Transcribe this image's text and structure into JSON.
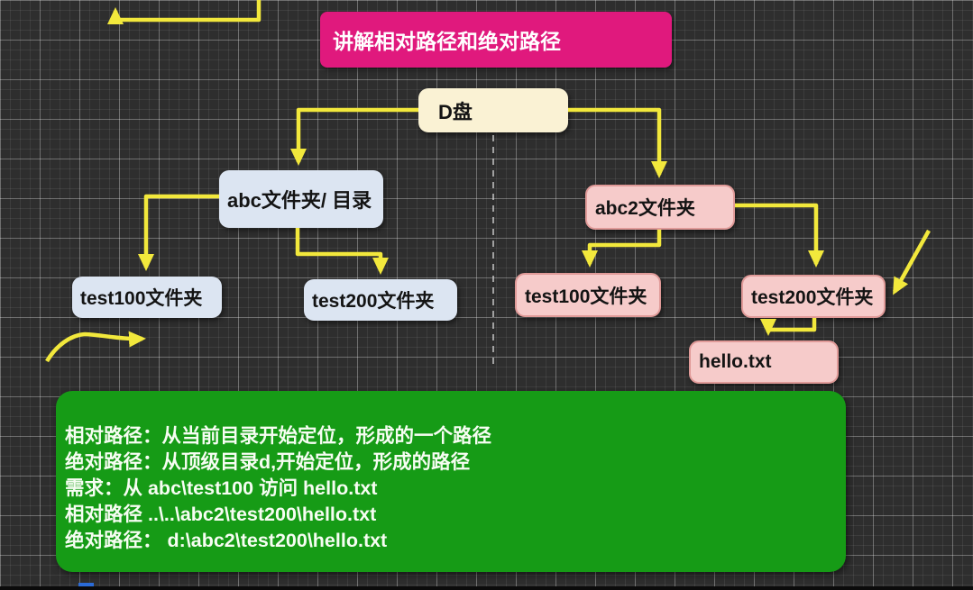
{
  "title": {
    "label": "讲解相对路径和绝对路径",
    "bg_color": "#E0197D",
    "text_color": "#FFFFFF"
  },
  "nodes": {
    "d_drive": {
      "label": "D盘",
      "bg_color": "#FAF2D4"
    },
    "abc": {
      "label": "abc文件夹/ 目录",
      "bg_color": "#DCE5F2"
    },
    "abc2": {
      "label": "abc2文件夹",
      "bg_color": "#F6CBCA"
    },
    "test100_left": {
      "label": "test100文件夹",
      "bg_color": "#DCE5F2"
    },
    "test200_left": {
      "label": "test200文件夹",
      "bg_color": "#DCE5F2"
    },
    "test100_right": {
      "label": "test100文件夹",
      "bg_color": "#F6CBCA"
    },
    "test200_right": {
      "label": "test200文件夹",
      "bg_color": "#F6CBCA"
    },
    "hello_txt": {
      "label": "hello.txt",
      "bg_color": "#F6CBCA"
    }
  },
  "notes": {
    "bg_color": "#169B16",
    "text_color": "#F6FDF2",
    "lines": [
      "相对路径：从当前目录开始定位，形成的一个路径",
      "绝对路径：从顶级目录d,开始定位，形成的路径",
      "需求：从 abc\\test100 访问 hello.txt",
      "相对路径  ..\\..\\abc2\\test200\\hello.txt",
      "绝对路径： d:\\abc2\\test200\\hello.txt"
    ]
  },
  "arrows": {
    "color": "#F2E83C"
  },
  "grid": {
    "bg_color": "#2E2E2E"
  }
}
